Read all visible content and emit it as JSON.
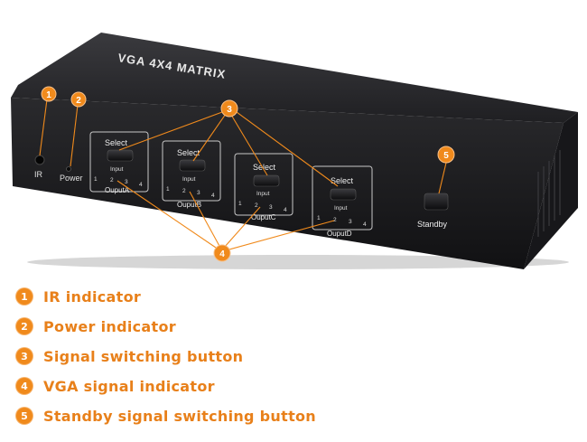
{
  "device": {
    "title": "VGA 4X4 MATRIX",
    "ir_label": "IR",
    "power_label": "Power",
    "select_label": "Select",
    "input_label": "Input",
    "port_numbers": [
      "1",
      "2",
      "3",
      "4"
    ],
    "outputs": [
      "OuputA",
      "OuputB",
      "OuputC",
      "OuputD"
    ],
    "standby_label": "Standby"
  },
  "callouts": [
    "1",
    "2",
    "3",
    "4",
    "5"
  ],
  "legend": [
    {
      "num": "1",
      "label": "IR indicator"
    },
    {
      "num": "2",
      "label": "Power indicator"
    },
    {
      "num": "3",
      "label": "Signal switching button"
    },
    {
      "num": "4",
      "label": "VGA signal indicator"
    },
    {
      "num": "5",
      "label": "Standby signal switching button"
    }
  ],
  "colors": {
    "accent": "#f08a1c",
    "legend_text": "#e8801a",
    "device_body": "#1c1c1e",
    "device_top": "#2b2b2e"
  }
}
